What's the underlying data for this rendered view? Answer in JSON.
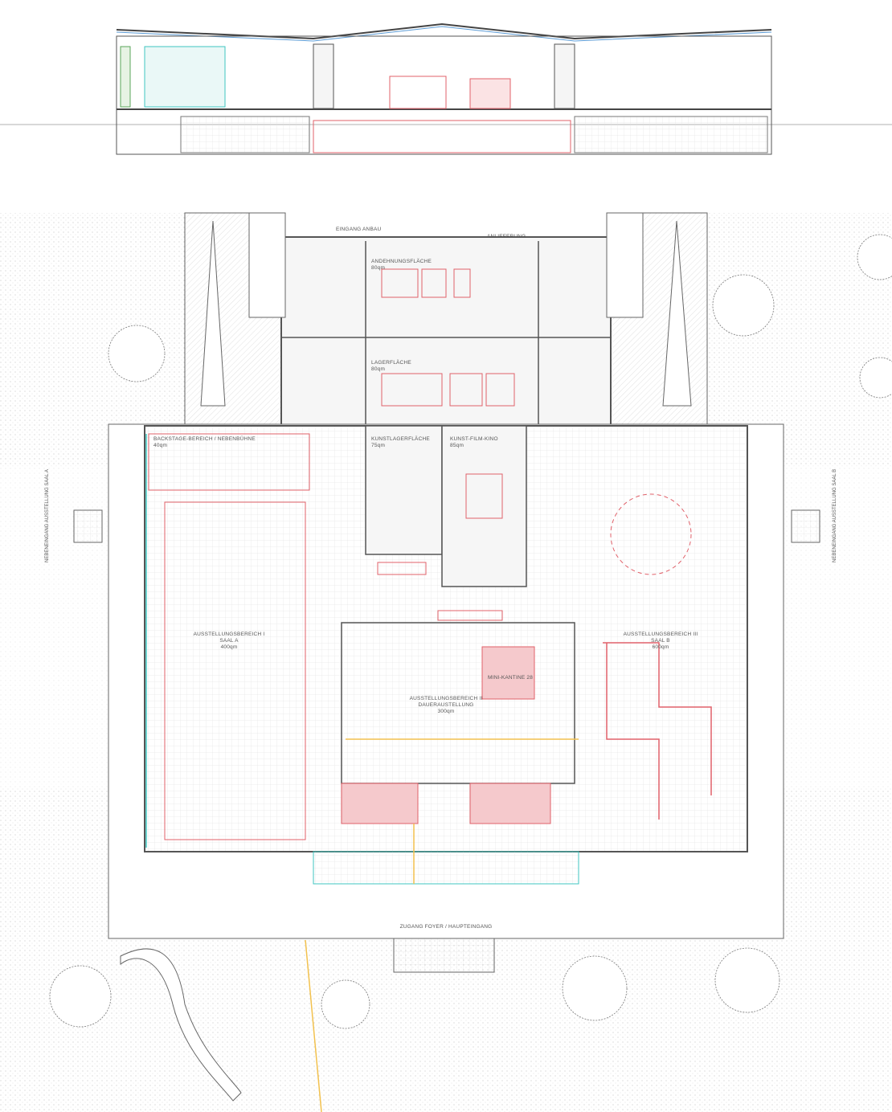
{
  "colors": {
    "wall": "#555555",
    "furniture": "#e0616a",
    "glass": "#3fc6c0",
    "path": "#f2c14e",
    "greenery": "#5aa55a",
    "ground": "#f3f3f3"
  },
  "labels": {
    "entrance_annex": "EINGANG ANBAU",
    "delivery": "ANLIEFERUNG",
    "expansion_area": {
      "name": "ANDEHNUNGSFLÄCHE",
      "area": "80qm"
    },
    "storage_area": {
      "name": "LAGERFLÄCHE",
      "area": "80qm"
    },
    "backstage": {
      "name": "BACKSTAGE-BEREICH / NEBENBÜHNE",
      "area": "40qm"
    },
    "art_storage": {
      "name": "KUNSTLAGERFLÄCHE",
      "area": "75qm"
    },
    "art_cinema": {
      "name": "KUNST-FILM-KINO",
      "area": "85qm"
    },
    "exhibition_1": {
      "name": "AUSSTELLUNGSBEREICH I",
      "sub": "SAAL A",
      "area": "400qm"
    },
    "exhibition_2": {
      "name": "AUSSTELLUNGSBEREICH II",
      "sub": "DAUERAUSTELLUNG",
      "area": "300qm"
    },
    "canteen": "MINI-KANTINE 28",
    "exhibition_3": {
      "name": "AUSSTELLUNGSBEREICH III",
      "sub": "SAAL B",
      "area": "600qm"
    },
    "side_entrance_a": "NEBENEINGANG AUSSTELLUNG SAAL A",
    "side_entrance_b": "NEBENEINGANG AUSSTELLUNG SAAL B",
    "main_entrance": "ZUGANG FOYER / HAUPTEINGANG"
  }
}
